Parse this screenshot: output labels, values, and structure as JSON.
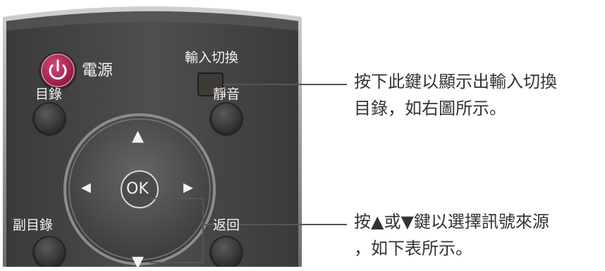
{
  "remote": {
    "power_label": "電源",
    "input_switch_label": "輸入切換",
    "menu_label": "目錄",
    "mute_label": "靜音",
    "submenu_label": "副目錄",
    "return_label": "返回",
    "ok_label": "OK",
    "arrow_up": "▲",
    "arrow_down": "▼",
    "arrow_left": "◀",
    "arrow_right": "▶",
    "power_icon": "power-icon"
  },
  "callouts": [
    {
      "line1": "按下此鍵以顯示出輸入切換",
      "line2": "目錄，如右圖所示。"
    },
    {
      "line1": "按▲或▼鍵以選擇訊號來源",
      "line2": "，如下表所示。"
    }
  ],
  "colors": {
    "remote_body": "#454545",
    "remote_edge": "#9a9a9a",
    "power_button": "#b0245a",
    "text_light": "#f2f2f2",
    "annotation_text": "#333333",
    "leader_line": "#555555"
  }
}
